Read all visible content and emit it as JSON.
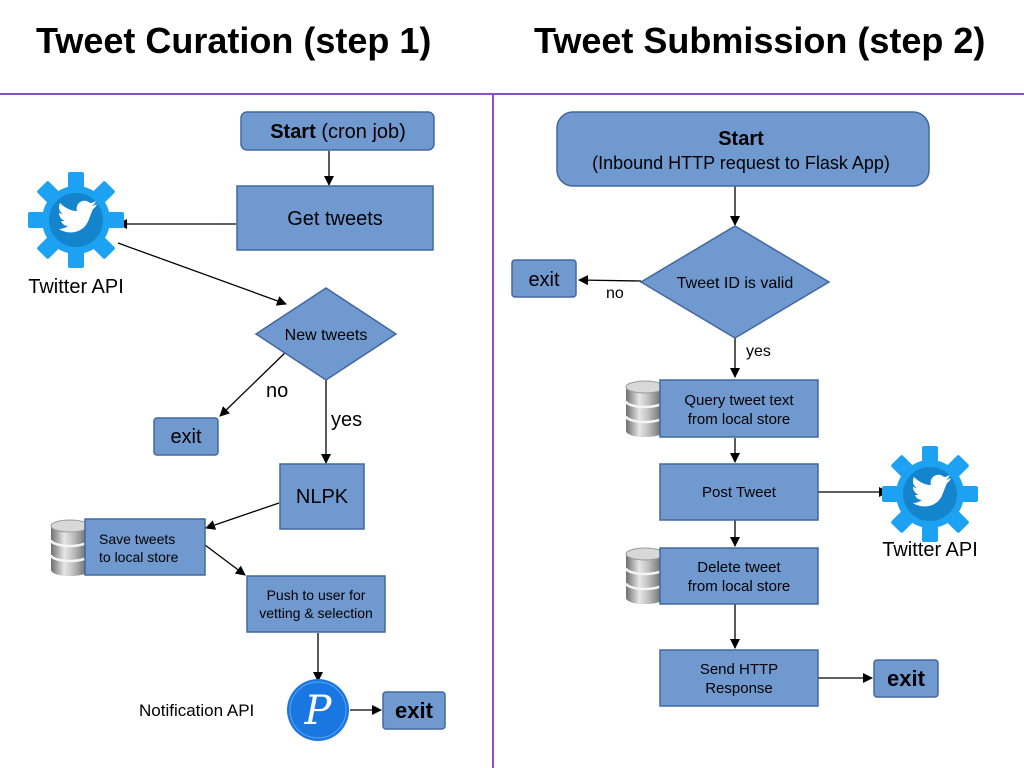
{
  "titles": {
    "left": "Tweet Curation (step 1)",
    "right": "Tweet Submission (step 2)"
  },
  "colors": {
    "box_fill": "#7099d0",
    "box_stroke": "#42689e",
    "divider": "#8e4fc2",
    "twitter_blue": "#1da1f2",
    "notification_blue": "#1a76e0"
  },
  "curation": {
    "start_bold": "Start",
    "start_rest": " (cron job)",
    "get_tweets": "Get tweets",
    "twitter_api_label": "Twitter API",
    "new_tweets": "New tweets",
    "label_no": "no",
    "label_yes": "yes",
    "exit": "exit",
    "nlpk": "NLPK",
    "save_line1": "Save tweets",
    "save_line2": "to local store",
    "push_line1": "Push to user for",
    "push_line2": "vetting & selection",
    "notification_api_label": "Notification API",
    "exit2": "exit"
  },
  "submission": {
    "start_line1": "Start",
    "start_line2": "(Inbound HTTP request to Flask App)",
    "valid": "Tweet ID is valid",
    "exit": "exit",
    "label_no": "no",
    "label_yes": "yes",
    "query_line1": "Query tweet text",
    "query_line2": "from local store",
    "post": "Post Tweet",
    "twitter_api_label": "Twitter API",
    "delete_line1": "Delete tweet",
    "delete_line2": "from local store",
    "send_line1": "Send HTTP",
    "send_line2": "Response",
    "exit2": "exit"
  }
}
